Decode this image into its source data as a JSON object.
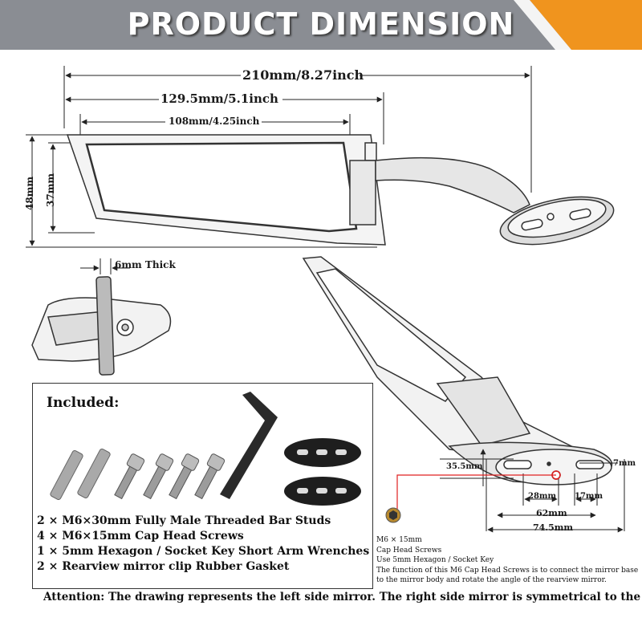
{
  "header": {
    "title": "PRODUCT DIMENSION",
    "accent_color": "#f0941e",
    "bar_color": "#8a8d93"
  },
  "dimensions": {
    "total_length": "210mm/8.27inch",
    "mirror_length": "129.5mm/5.1inch",
    "glass_length": "108mm/4.25inch",
    "total_height": "48mm",
    "glass_height": "37mm",
    "thickness": "6mm Thick",
    "base_offset": "35.5mm",
    "slot_width": "7mm",
    "hole_spacing_a": "28mm",
    "hole_spacing_b": "17mm",
    "base_inner": "62mm",
    "base_outer": "74.5mm"
  },
  "included": {
    "heading": "Included:",
    "items": [
      "2 × M6×30mm Fully Male Threaded Bar Studs",
      "4 × M6×15mm Cap Head Screws",
      "1 × 5mm Hexagon / Socket Key Short Arm Wrenches",
      "2 × Rearview mirror clip Rubber Gasket"
    ]
  },
  "screw_note": {
    "lines": [
      "M6 × 15mm",
      "Cap Head Screws",
      "Use 5mm Hexagon / Socket Key",
      "The function of this M6 Cap Head Screws is to connect the mirror base",
      "to the mirror body and rotate the angle of the rearview mirror."
    ]
  },
  "attention": "Attention: The drawing represents the left side mirror. The right side mirror is symmetrical to the left"
}
